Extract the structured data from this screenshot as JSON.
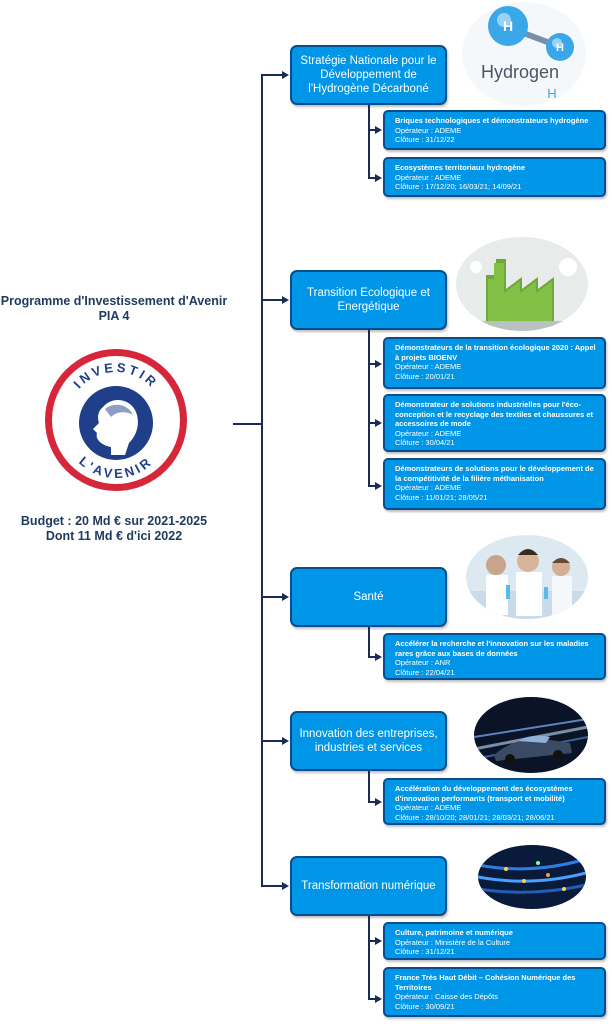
{
  "program": {
    "title_line1": "Programme d'Investissement d'Avenir",
    "title_line2": "PIA 4",
    "logo_text_top": "INVESTIR",
    "logo_text_bottom": "L'AVENIR",
    "budget_line1": "Budget : 20 Md € sur 2021-2025",
    "budget_line2": "Dont 11 Md € d'ici 2022"
  },
  "hydrogen_logo": {
    "word": "Hydrogen",
    "symbol": "H",
    "atom": "H"
  },
  "categories": [
    {
      "label": "Stratégie Nationale pour le Développement de l'Hydrogène Décarboné",
      "image": "hydrogen-logo",
      "items": [
        {
          "title": "Briques technologiques et démonstrateurs hydrogène",
          "operator": "Opérateur : ADEME",
          "closing": "Clôture : 31/12/22"
        },
        {
          "title": "Ecosystèmes territoriaux hydrogène",
          "operator": "Opérateur : ADEME",
          "closing": "Clôture : 17/12/20; 16/03/21; 14/09/21"
        }
      ]
    },
    {
      "label": "Transition Ecologique et Energétique",
      "image": "green-factory-image",
      "items": [
        {
          "title": "Démonstrateurs de la transition écologique 2020 : Appel à projets BIOENV",
          "operator": "Opérateur : ADEME",
          "closing": "Clôture : 20/01/21"
        },
        {
          "title": "Démonstrateur de solutions industrielles pour l'éco-conception et le recyclage des textiles et chaussures et accessoires de mode",
          "operator": "Opérateur : ADEME",
          "closing": "Clôture : 30/04/21"
        },
        {
          "title": "Démonstrateurs de solutions pour le développement de la compétitivité de la filière méthanisation",
          "operator": "Opérateur : ADEME",
          "closing": "Clôture : 11/01/21; 28/05/21"
        }
      ]
    },
    {
      "label": "Santé",
      "image": "laboratory-image",
      "items": [
        {
          "title": "Accélérer la recherche et l'innovation sur les maladies rares grâce aux bases de données",
          "operator": "Opérateur : ANR",
          "closing": "Clôture : 22/04/21"
        }
      ]
    },
    {
      "label": "Innovation des entreprises, industries et services",
      "image": "fast-car-image",
      "items": [
        {
          "title": "Accélération du développement des écosystèmes d'innovation performants (transport et mobilité)",
          "operator": "Opérateur : ADEME",
          "closing": "Clôture : 28/10/20; 28/01/21; 28/03/21; 28/06/21"
        }
      ]
    },
    {
      "label": "Transformation numérique",
      "image": "network-cables-image",
      "items": [
        {
          "title": "Culture, patrimoine et numérique",
          "operator": "Opérateur : Ministère de la Culture",
          "closing": "Clôture : 31/12/21"
        },
        {
          "title": "France Très Haut Débit – Cohésion Numérique des Territoires",
          "operator": "Opérateur : Caisse des Dépôts",
          "closing": "Clôture : 30/09/21"
        }
      ]
    }
  ],
  "colors": {
    "box_fill": "#0096e8",
    "box_border": "#0a4d8c",
    "connector": "#1a2b55",
    "text_dark": "#1f3a5f",
    "logo_red": "#d6273a",
    "logo_blue": "#1f3f8a"
  }
}
